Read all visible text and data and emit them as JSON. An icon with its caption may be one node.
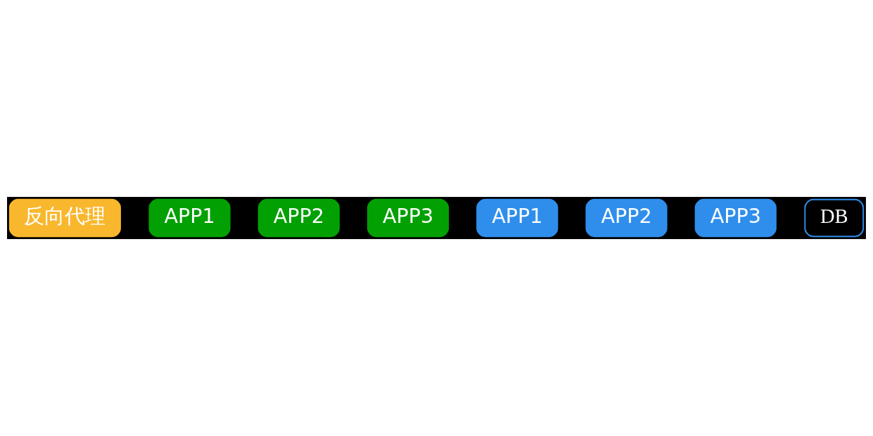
{
  "diagram": {
    "nodes": [
      {
        "text": [
          "反向代理"
        ]
      },
      {
        "text": [
          "APP1"
        ]
      },
      {
        "text": [
          "APP2"
        ]
      },
      {
        "text": [
          "APP3"
        ]
      },
      {
        "text": [
          "APP1"
        ]
      },
      {
        "text": [
          "APP2"
        ]
      },
      {
        "text": [
          "APP3"
        ]
      },
      {
        "text": [
          "DB"
        ]
      }
    ],
    "edges": []
  }
}
